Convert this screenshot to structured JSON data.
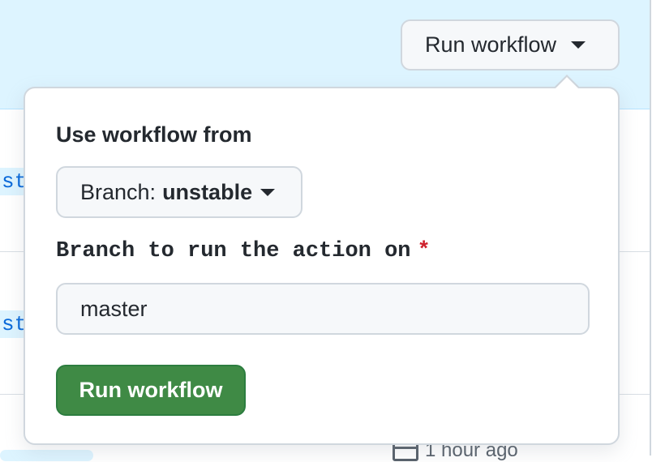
{
  "header": {
    "run_button_label": "Run workflow"
  },
  "background": {
    "code_chip_1": "st",
    "code_chip_2": "st",
    "row_time": "1 hour ago"
  },
  "popover": {
    "heading": "Use workflow from",
    "branch_select": {
      "prefix": "Branch:",
      "value": "unstable"
    },
    "input_label": "Branch to run the action on",
    "required_marker": "*",
    "input_value": "master",
    "submit_label": "Run workflow"
  },
  "colors": {
    "banner": "#ddf4ff",
    "primary_button": "#3f8a45",
    "required": "#cf222e"
  }
}
